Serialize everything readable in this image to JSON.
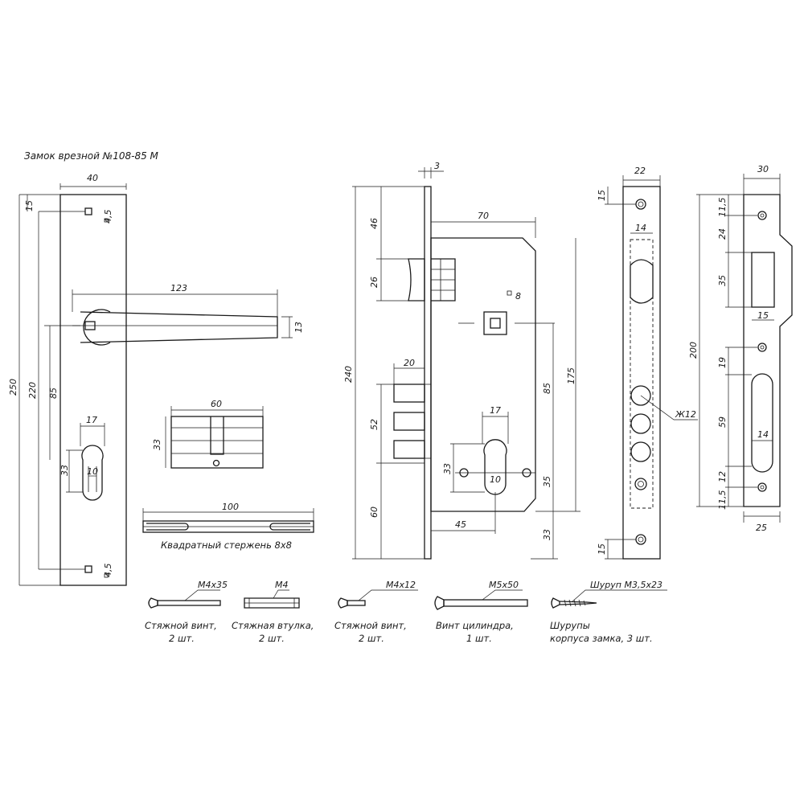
{
  "title": "Замок врезной №108-85 M",
  "dims": {
    "plate_width": "40",
    "plate_top_offset": "15",
    "plate_hole": "4,5",
    "plate_hole_bottom": "4,5",
    "plate_height": "250",
    "plate_hole_spacing": "220",
    "handle_to_cyl": "85",
    "cyl_height": "33",
    "cyl_width": "17",
    "cyl_pin": "10",
    "handle_length": "123",
    "handle_thick": "13",
    "cylinder_length": "60",
    "cylinder_height": "33",
    "rod_length": "100",
    "faceplate_thick": "3",
    "body_width": "70",
    "latch_top": "46",
    "latch_height": "26",
    "lock_height": "240",
    "square_size": "8",
    "spindle_to_bottom": "175",
    "spindle_to_cyl": "85",
    "bolt_length": "20",
    "bolt_height": "52",
    "bottom_offset": "60",
    "cyl_hole_w": "17",
    "cyl_hole_h": "33",
    "cyl_hole_pin": "10",
    "cyl_to_bottom": "35",
    "backset": "45",
    "cyl_lower": "33",
    "front_width": "22",
    "front_top": "15",
    "front_slot": "14",
    "front_bottom": "15",
    "bolt_dia": "Ж12",
    "strike_width": "30",
    "strike_top": "11,5",
    "strike_latch_off": "24",
    "strike_latch_h": "35",
    "strike_latch_w": "15",
    "strike_height": "200",
    "strike_hole_off": "19",
    "strike_slot_h": "59",
    "strike_slot_w": "14",
    "strike_low": "12",
    "strike_bottom": "11,5",
    "strike_base": "25"
  },
  "captions": {
    "rod": "Квадратный стержень 8х8",
    "screw1": "Стяжной винт,",
    "screw1_qty": "2 шт.",
    "sleeve": "Стяжная втулка,",
    "sleeve_qty": "2 шт.",
    "screw2": "Стяжной винт,",
    "screw2_qty": "2 шт.",
    "cylscrew": "Винт цилиндра,",
    "cylscrew_qty": "1 шт.",
    "woodscrew": "Шурупы",
    "woodscrew_qty": "корпуса замка, 3 шт."
  },
  "parts": {
    "screw1_spec": "M4x35",
    "sleeve_spec": "M4",
    "screw2_spec": "M4x12",
    "cylscrew_spec": "M5x50",
    "woodscrew_spec": "Шуруп M3,5x23"
  }
}
